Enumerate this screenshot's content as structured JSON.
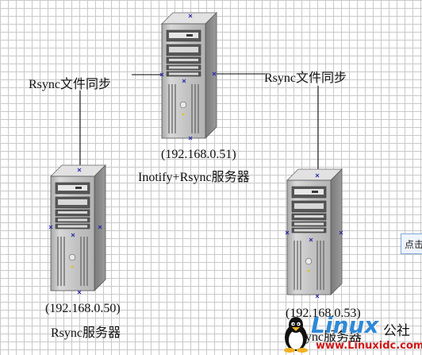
{
  "diagram": {
    "connections": [
      {
        "label": "Rsync文件同步"
      },
      {
        "label": "Rsync文件同步"
      }
    ],
    "servers": [
      {
        "id": "center",
        "ip": "(192.168.0.51)",
        "role": "Inotify+Rsync服务器"
      },
      {
        "id": "left",
        "ip": "(192.168.0.50)",
        "role": "Rsync服务器"
      },
      {
        "id": "right",
        "ip": "(192.168.0.53)",
        "role": "Rsync服务器"
      }
    ]
  },
  "side_button": {
    "label": "点击"
  },
  "watermark": {
    "brand": "Linux",
    "suffix": "公社",
    "url": "www.Linuxidc.com"
  }
}
